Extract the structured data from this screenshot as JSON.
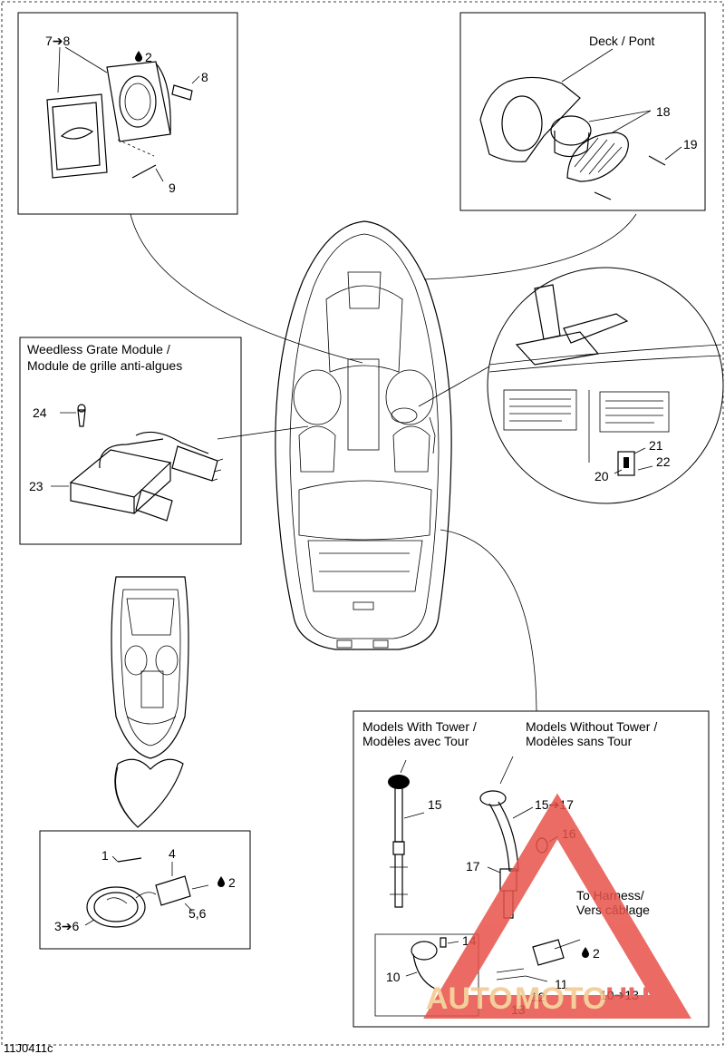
{
  "drawing_id": "11J0411c",
  "callouts": {
    "top_left": {
      "c1": "7➔8",
      "c2": "2",
      "c3": "8",
      "c4": "9"
    },
    "top_right": {
      "deck": "Deck / Pont",
      "c1": "18",
      "c2": "19"
    },
    "weedless": {
      "title_line1": "Weedless Grate Module /",
      "title_line2": "Module de grille anti-algues",
      "c1": "24",
      "c2": "23"
    },
    "circle_detail": {
      "c1": "21",
      "c2": "22",
      "c3": "20"
    },
    "bottom_left": {
      "c1": "1",
      "c2": "4",
      "c3": "2",
      "c4": "3➔6",
      "c5": "5,6"
    },
    "bottom_right": {
      "with_tower_line1": "Models With Tower /",
      "with_tower_line2": "Modèles avec Tour",
      "without_tower_line1": "Models Without Tower /",
      "without_tower_line2": "Modèles sans Tour",
      "c15a": "15",
      "c15b": "15➔17",
      "c16": "16",
      "c17": "17",
      "harness_line1": "To Harness/",
      "harness_line2": "Vers câblage",
      "c14": "14",
      "c10": "10",
      "c2": "2",
      "c11": "11",
      "c12": "12",
      "c13": "13",
      "c10_13": "10➔13"
    }
  },
  "watermark": {
    "part1": "AUTO",
    "part2": "MOTO",
    "part3": "HUB",
    "accent_color": "#e8524a",
    "secondary_color": "#f3c68a"
  },
  "icons": [
    "drop-icon"
  ]
}
